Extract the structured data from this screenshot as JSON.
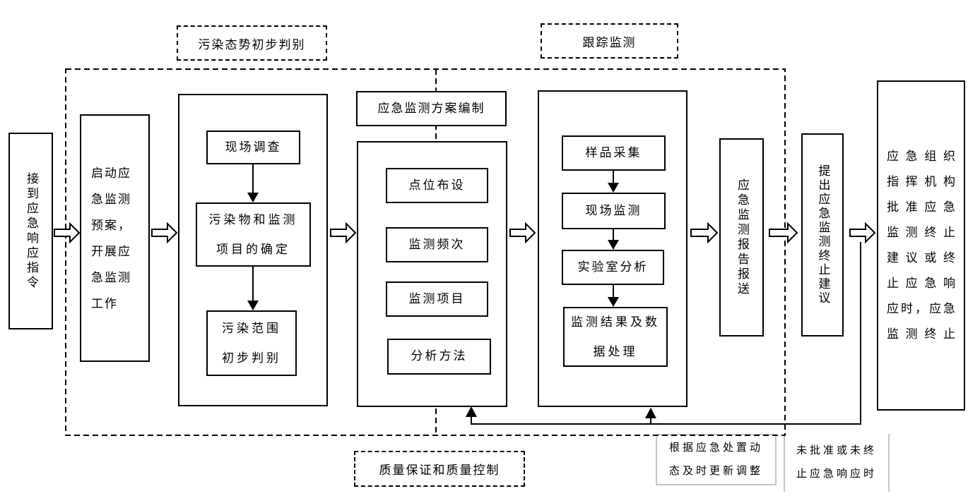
{
  "diagram": {
    "title_hint": "突发环境事件应急监测流程图",
    "colors": {
      "line": "#000000",
      "note_border": "#b3b3b3",
      "background": "#ffffff"
    },
    "phase_labels": {
      "pollution_assessment": "污染态势初步判别",
      "tracking": "跟踪监测",
      "qa_qc": "质量保证和质量控制"
    },
    "nodes": {
      "receive_instruction": "接到应急响应指令",
      "start_plan": "启动应\n急监测\n预案，\n开展应\n急监测\n工作",
      "site_survey": "现场调查",
      "pollutant_and_items": "污染物和监测\n项目的确定",
      "pollution_scope": "污染范围\n初步判别",
      "plan_header": "应急监测方案编制",
      "plan_steps": [
        "点位布设",
        "监测频次",
        "监测项目",
        "分析方法"
      ],
      "exec_steps": [
        "样品采集",
        "现场监测",
        "实验室分析",
        "监测结果及数\n据处理"
      ],
      "report_submission": "应急监测报告报送",
      "termination_proposal": "提出应急监测终止建议",
      "termination_condition": "应急组织\n指挥机构\n批准应急\n监测终止\n建议或终\n止应急响\n应时，应急\n监测终止"
    },
    "notes": {
      "dynamic_adjust": "根据应急处置动\n态及时更新调整",
      "not_approved": "未批准或未终\n止应急响应时"
    }
  }
}
